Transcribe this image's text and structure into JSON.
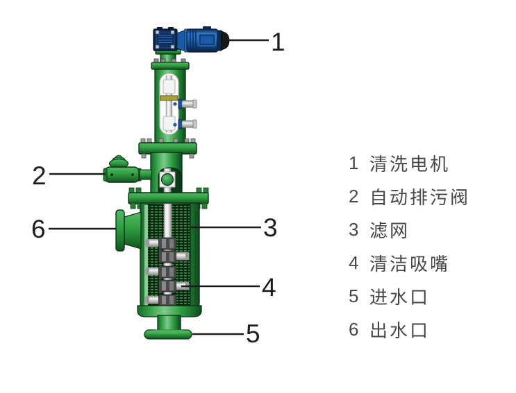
{
  "legend": {
    "items": [
      {
        "num": "1",
        "label": "清洗电机"
      },
      {
        "num": "2",
        "label": "自动排污阀"
      },
      {
        "num": "3",
        "label": "滤网"
      },
      {
        "num": "4",
        "label": "清洁吸嘴"
      },
      {
        "num": "5",
        "label": "进水口"
      },
      {
        "num": "6",
        "label": "出水口"
      }
    ]
  },
  "callouts": {
    "labels": [
      "1",
      "2",
      "3",
      "4",
      "5",
      "6"
    ]
  },
  "colors": {
    "body_green": "#2f9e41",
    "body_green_dark": "#13541f",
    "body_green_light": "#7ecb8b",
    "mesh_dark": "#08190b",
    "mesh_green": "#2c9140",
    "motor_blue": "#1f64b2",
    "motor_navy": "#0c2548",
    "end_cap_black": "#181818",
    "shaft_white": "#f2f2f2",
    "nozzle_gray": "#4a4a4a",
    "band_yellow": "#a6a035",
    "leader_line": "#1a1a1a",
    "legend_text": "#474747",
    "background": "#ffffff"
  }
}
